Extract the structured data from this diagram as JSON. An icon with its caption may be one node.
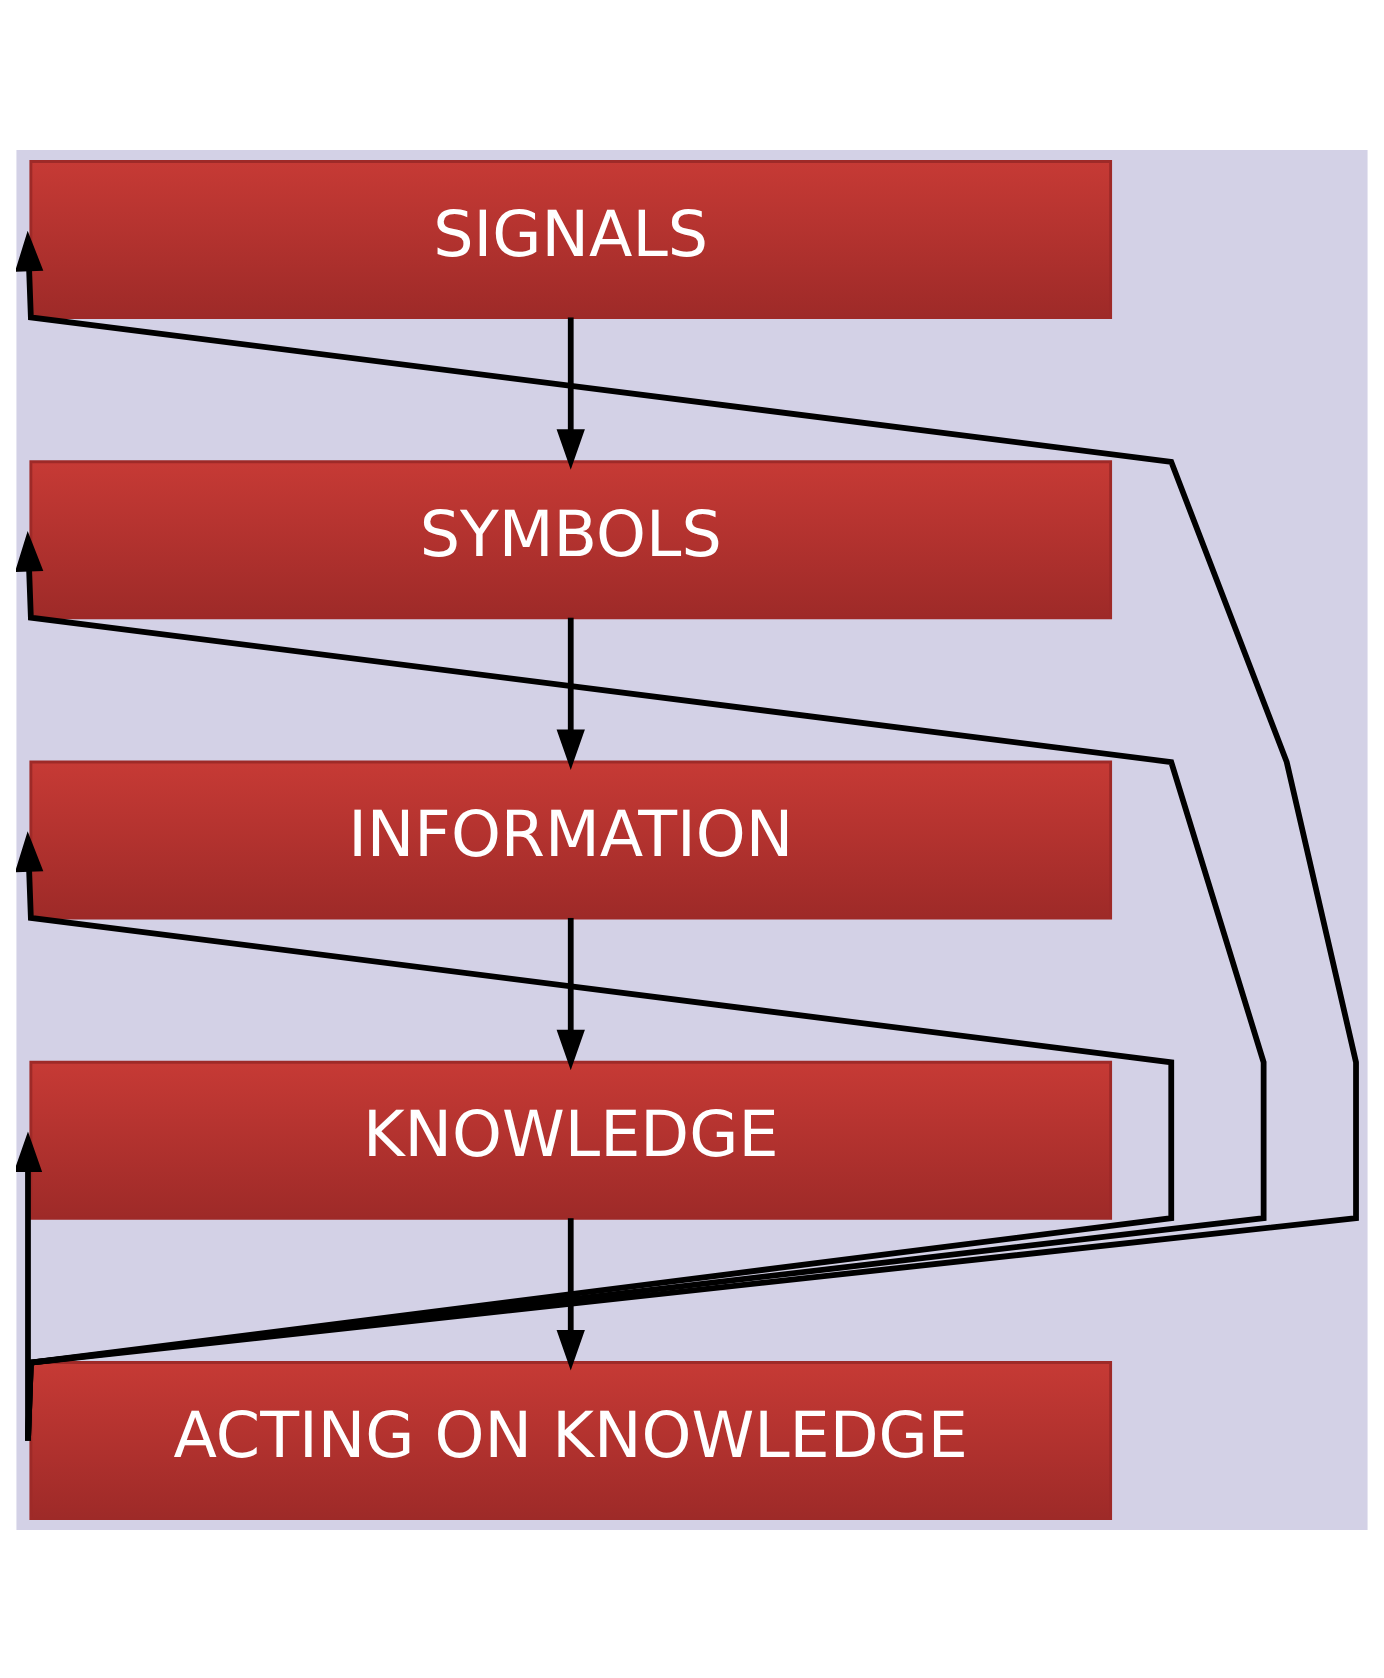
{
  "diagram": {
    "nodes": [
      {
        "text": [
          "SIGNALS"
        ]
      },
      {
        "text": [
          "SYMBOLS"
        ]
      },
      {
        "text": [
          "INFORMATION"
        ]
      },
      {
        "text": [
          "KNOWLEDGE"
        ]
      },
      {
        "text": [
          "ACTING ON KNOWLEDGE"
        ]
      }
    ],
    "edges": [
      {
        "from": 0,
        "to": 1,
        "arrow": "to"
      },
      {
        "from": 1,
        "to": 2,
        "arrow": "to"
      },
      {
        "from": 2,
        "to": 3,
        "arrow": "to"
      },
      {
        "from": 3,
        "to": 4,
        "arrow": "to"
      },
      {
        "from": 4,
        "to": 0,
        "arrow": "to"
      },
      {
        "from": 4,
        "to": 1,
        "arrow": "to"
      },
      {
        "from": 4,
        "to": 2,
        "arrow": "to"
      },
      {
        "from": 4,
        "to": 3,
        "arrow": "to"
      }
    ]
  }
}
